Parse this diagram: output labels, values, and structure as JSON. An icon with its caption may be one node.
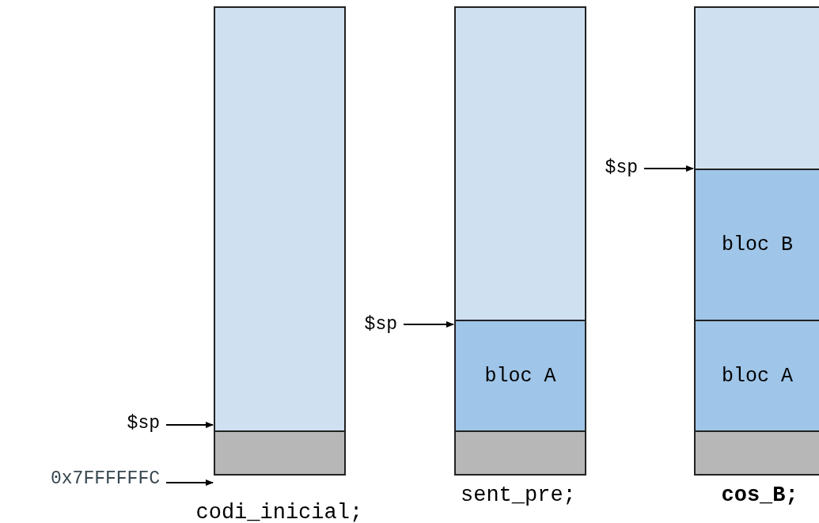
{
  "diagram": {
    "nodes": [
      {
        "text": [],
        "shape": "box"
      },
      {
        "text": [],
        "shape": "box"
      },
      {
        "text": [],
        "shape": "box"
      },
      {
        "text": [
          "bloc A"
        ]
      },
      {
        "text": [],
        "shape": "box"
      },
      {
        "text": [],
        "shape": "box"
      },
      {
        "text": [
          "bloc B"
        ]
      },
      {
        "text": [
          "bloc A"
        ]
      },
      {
        "text": [],
        "shape": "box"
      },
      {
        "text": [
          "$sp"
        ]
      },
      {
        "text": [
          "0x7FFFFFFC"
        ]
      },
      {
        "text": [
          "$sp"
        ]
      },
      {
        "text": [
          "$sp"
        ]
      }
    ],
    "edges": [
      {
        "from": 9,
        "to": 1,
        "arrow": "to"
      },
      {
        "from": 10,
        "to": 1,
        "arrow": "to"
      },
      {
        "from": 11,
        "to": 3,
        "arrow": "to"
      },
      {
        "from": 12,
        "to": 6,
        "arrow": "to"
      }
    ],
    "labels": [
      "codi_inicial;",
      "sent_pre;",
      "cos_B;"
    ]
  }
}
